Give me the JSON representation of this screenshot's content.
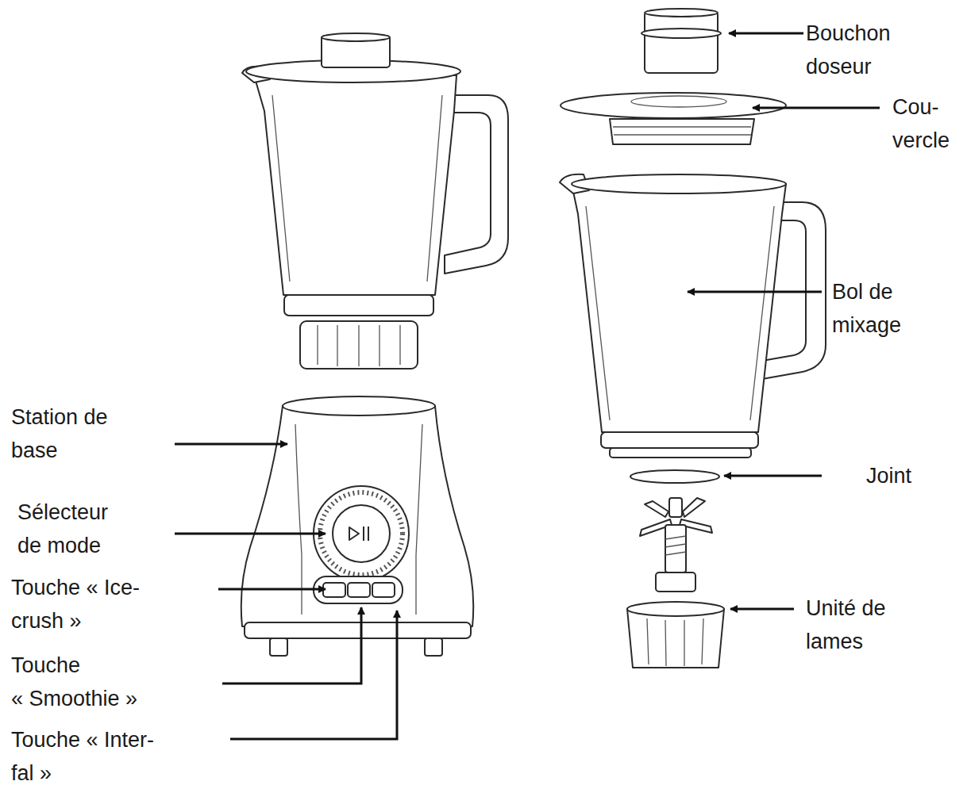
{
  "diagram": {
    "labels": [
      "Bouchon doseur",
      "Cou- vercle",
      "Bol de mixage",
      "Joint",
      "Unité de lames",
      "Station de base",
      "Sélecteur de mode",
      "Touche « Ice- crush »",
      "Touche « Smoothie »",
      "Touche « Inter- fal »"
    ]
  }
}
